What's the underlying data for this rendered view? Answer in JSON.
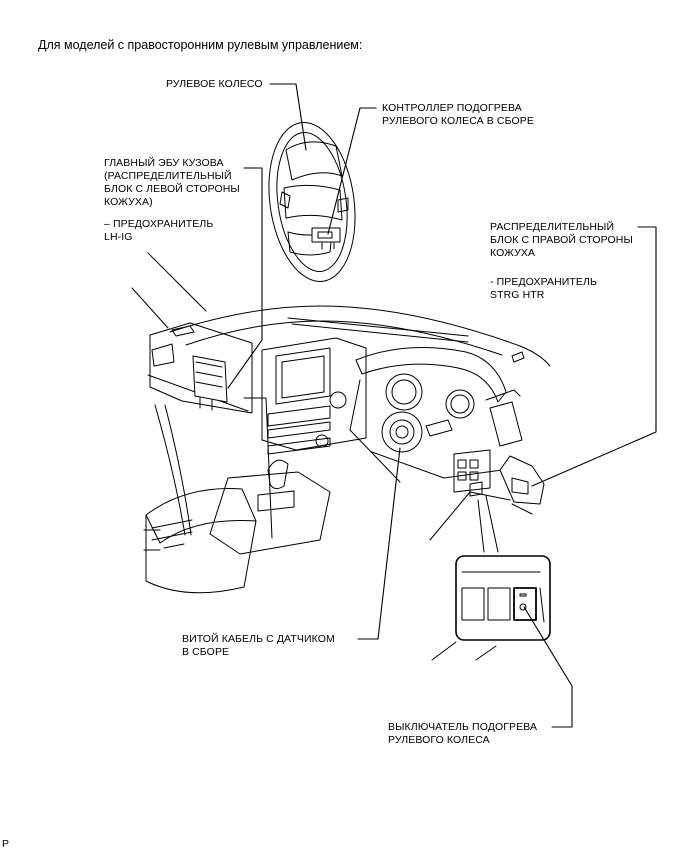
{
  "heading": "Для моделей с правосторонним рулевым управлением:",
  "labels": {
    "steering_wheel": "РУЛЕВОЕ КОЛЕСО",
    "heater_controller": "КОНТРОЛЛЕР ПОДОГРЕВА\nРУЛЕВОГО КОЛЕСА В СБОРЕ",
    "main_body_ecu": "ГЛАВНЫЙ ЭБУ КУЗОВА\n(РАСПРЕДЕЛИТЕЛЬНЫЙ\nБЛОК С ЛЕВОЙ СТОРОНЫ\nКОЖУХА)",
    "fuse_lh_ig": "– ПРЕДОХРАНИТЕЛЬ\nLH-IG",
    "right_junction_block": "РАСПРЕДЕЛИТЕЛЬНЫЙ\nБЛОК С ПРАВОЙ СТОРОНЫ\nКОЖУХА",
    "fuse_strg_htr": "- ПРЕДОХРАНИТЕЛЬ\nSTRG HTR",
    "spiral_cable": "ВИТОЙ КАБЕЛЬ С ДАТЧИКОМ\nВ СБОРЕ",
    "heater_switch": "ВЫКЛЮЧАТЕЛЬ ПОДОГРЕВА\nРУЛЕВОГО КОЛЕСА"
  },
  "footer": "P"
}
